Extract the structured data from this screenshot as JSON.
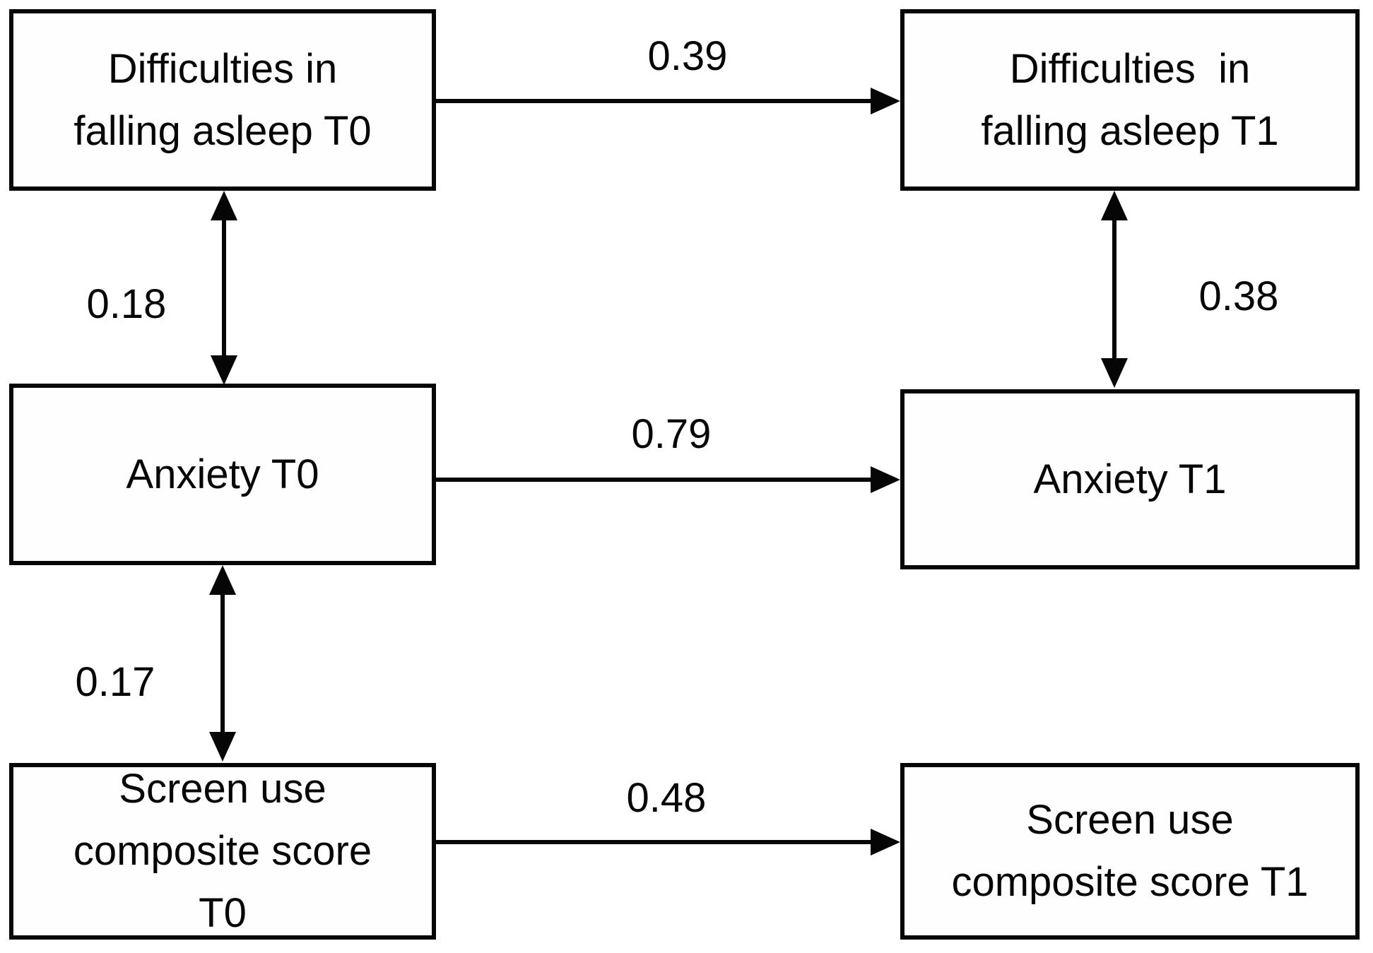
{
  "diagram": {
    "kind": "cross-lagged path model",
    "background_color": "#ffffff",
    "line_color": "#060606",
    "box_fill_color": "#fefefe"
  },
  "boxes": [
    {
      "id": "difficulties-falling-asleep-t0",
      "lines": [
        "Difficulties in",
        "falling asleep T0"
      ]
    },
    {
      "id": "difficulties-falling-asleep-t1",
      "lines": [
        "Difficulties  in",
        "falling asleep T1"
      ]
    },
    {
      "id": "anxiety-t0",
      "lines": [
        "Anxiety T0"
      ]
    },
    {
      "id": "anxiety-t1",
      "lines": [
        "Anxiety T1"
      ]
    },
    {
      "id": "screen-use-composite-score-t0",
      "lines": [
        "Screen use",
        "composite score",
        "T0"
      ]
    },
    {
      "id": "screen-use-composite-score-t1",
      "lines": [
        "Screen use",
        "composite score T1"
      ]
    }
  ],
  "edges": [
    {
      "from": "difficulties-falling-asleep-t0",
      "to": "difficulties-falling-asleep-t1",
      "type": "directed",
      "label": "0.39"
    },
    {
      "from": "anxiety-t0",
      "to": "anxiety-t1",
      "type": "directed",
      "label": "0.79"
    },
    {
      "from": "screen-use-composite-score-t0",
      "to": "screen-use-composite-score-t1",
      "type": "directed",
      "label": "0.48"
    },
    {
      "from": "difficulties-falling-asleep-t0",
      "to": "anxiety-t0",
      "type": "bidirectional",
      "label": "0.18"
    },
    {
      "from": "anxiety-t0",
      "to": "screen-use-composite-score-t0",
      "type": "bidirectional",
      "label": "0.17"
    },
    {
      "from": "difficulties-falling-asleep-t1",
      "to": "anxiety-t1",
      "type": "bidirectional",
      "label": "0.38"
    }
  ]
}
